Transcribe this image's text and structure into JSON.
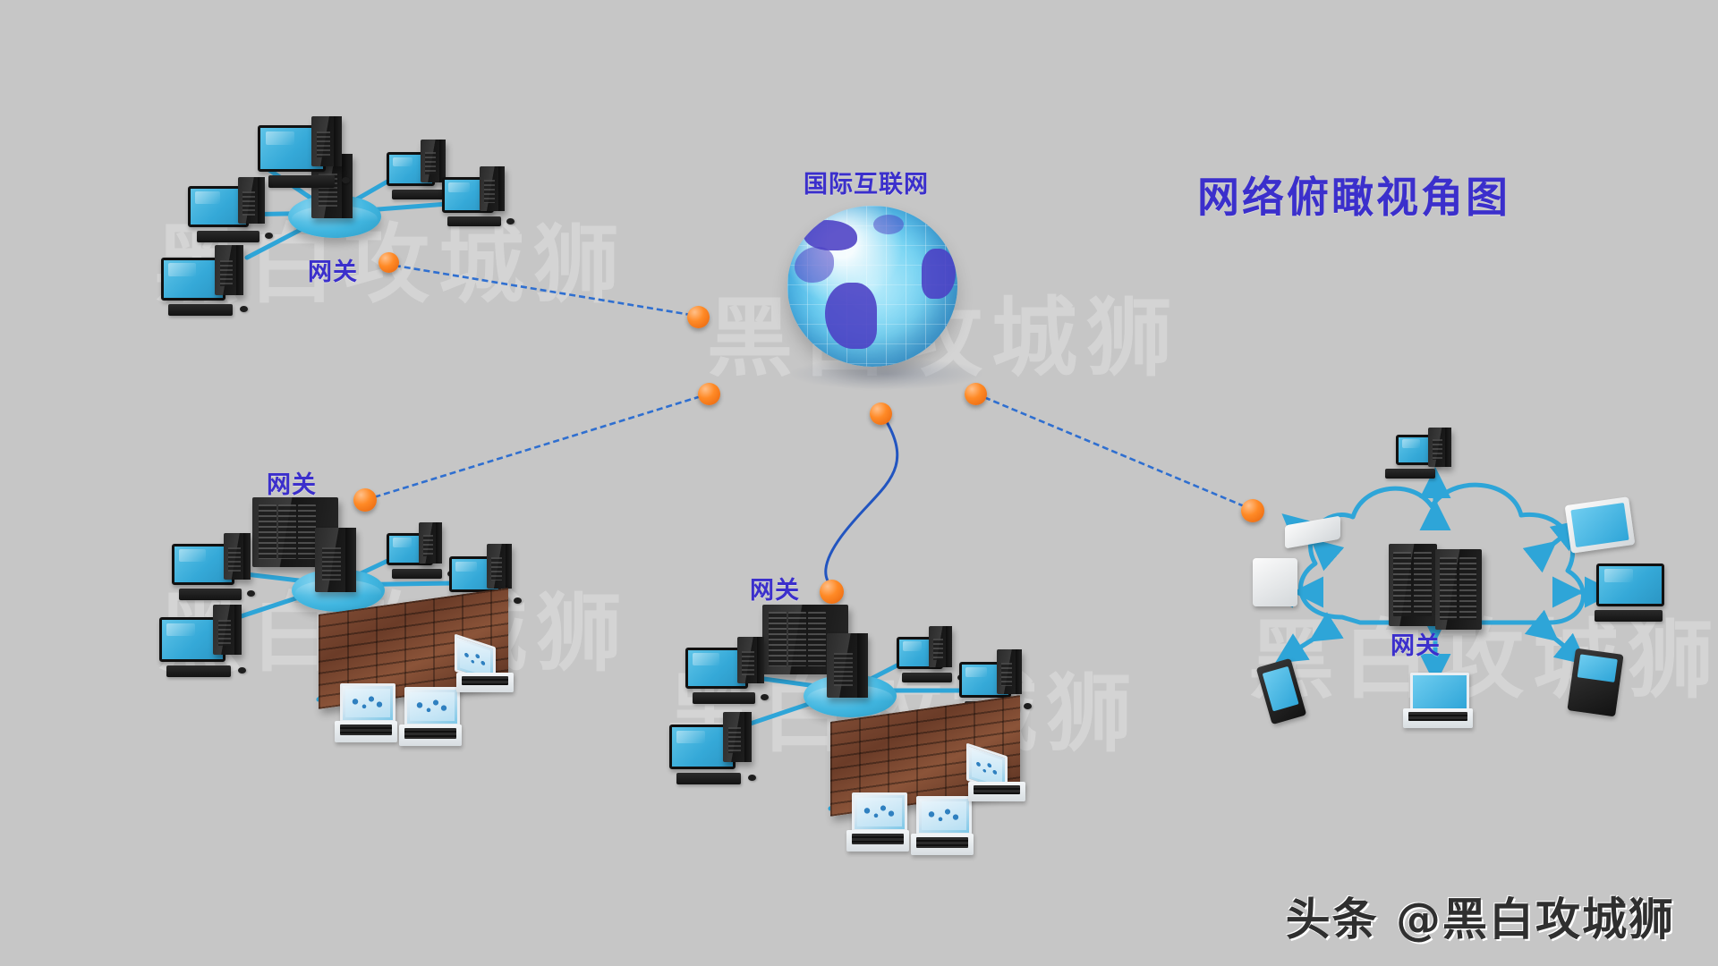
{
  "page": {
    "title": "网络俯瞰视角图",
    "background_color": "#c6c6c6",
    "accent_color": "#3b2fcc",
    "link_color": "#2f6fd0",
    "lan_link_color": "#2ea5d8",
    "node_color": "#ff8a26"
  },
  "title": {
    "text": "网络俯瞰视角图"
  },
  "internet": {
    "label": "国际互联网",
    "icon": "globe-icon"
  },
  "watermark": {
    "corner_text": "头条 @黑白攻城狮",
    "background_text": "黑白攻城狮"
  },
  "clusters": [
    {
      "id": "top-left-lan",
      "gateway_label": "网关",
      "topology": "star",
      "description": "局域网：中心服务器与多台台式机星型连接",
      "devices": {
        "hub_server": 1,
        "desktop_pc": 5
      }
    },
    {
      "id": "bottom-left-lan",
      "gateway_label": "网关",
      "topology": "star-with-firewall",
      "description": "局域网：服务器机柜、中心服务器、台式机，经防火墙连接笔记本",
      "devices": {
        "server_rack": 1,
        "hub_server": 1,
        "desktop_pc": 4,
        "firewall_wall": 1,
        "laptop": 3
      }
    },
    {
      "id": "bottom-center-lan",
      "gateway_label": "网关",
      "topology": "star-with-firewall",
      "description": "局域网：服务器机柜、中心服务器、台式机，经防火墙连接笔记本",
      "devices": {
        "server_rack": 1,
        "hub_server": 1,
        "desktop_pc": 4,
        "firewall_wall": 1,
        "laptop": 3
      }
    },
    {
      "id": "right-cloud",
      "gateway_label": "网关",
      "topology": "cloud",
      "description": "云网络：云内服务器机柜，双向箭头连接各类终端",
      "devices": {
        "server_rack": 2,
        "desktop_pc": 1,
        "tablet": 1,
        "monitor": 1,
        "smartphone": 1,
        "keypad_phone": 1,
        "laptop": 1,
        "router": 1,
        "nas": 1
      }
    }
  ],
  "wan_links": [
    {
      "from": "top-left-lan",
      "to": "internet",
      "style": "dashed-blue",
      "endpoints": 2
    },
    {
      "from": "bottom-left-lan",
      "to": "internet",
      "style": "dashed-blue",
      "endpoints": 2
    },
    {
      "from": "bottom-center-lan",
      "to": "internet",
      "style": "curved-blue",
      "endpoints": 2
    },
    {
      "from": "right-cloud",
      "to": "internet",
      "style": "dashed-blue",
      "endpoints": 2
    }
  ]
}
